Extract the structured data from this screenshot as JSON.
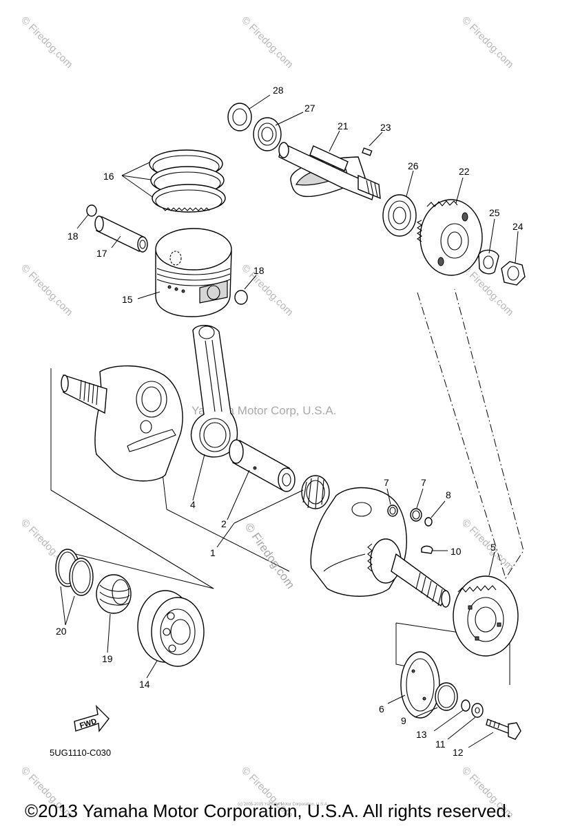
{
  "watermarks": {
    "tile_text": "© Firedog.com",
    "center_text": "Yamaha Motor Corp, U.S.A.",
    "diagram_text": "© Firedog.com"
  },
  "diagram_code": "5UG1110-C030",
  "fwd_label": "FWD",
  "tiny_copyright": "(c) 2005-2015 Yamaha Motor Corporation, U.S.A.",
  "copyright": "©2013 Yamaha Motor Corporation, U.S.A. All rights reserved.",
  "callouts": {
    "c1": "1",
    "c2": "2",
    "c4": "4",
    "c5": "5",
    "c6": "6",
    "c7a": "7",
    "c7b": "7",
    "c8": "8",
    "c9": "9",
    "c10": "10",
    "c11": "11",
    "c12": "12",
    "c13": "13",
    "c14": "14",
    "c15": "15",
    "c16": "16",
    "c17": "17",
    "c18a": "18",
    "c18b": "18",
    "c19": "19",
    "c20": "20",
    "c21": "21",
    "c22": "22",
    "c23": "23",
    "c24": "24",
    "c25": "25",
    "c26": "26",
    "c27": "27",
    "c28": "28"
  }
}
